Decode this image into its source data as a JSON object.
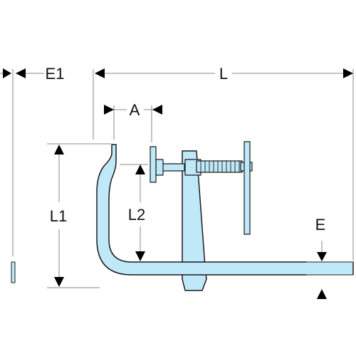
{
  "labels": {
    "e1": "E1",
    "l": "L",
    "a": "A",
    "l1": "L1",
    "l2": "L2",
    "e": "E"
  },
  "colors": {
    "part_fill": "#bfe8f8",
    "outline": "#1a1a1a",
    "dimension_line": "#888888",
    "arrow": "#000000"
  }
}
